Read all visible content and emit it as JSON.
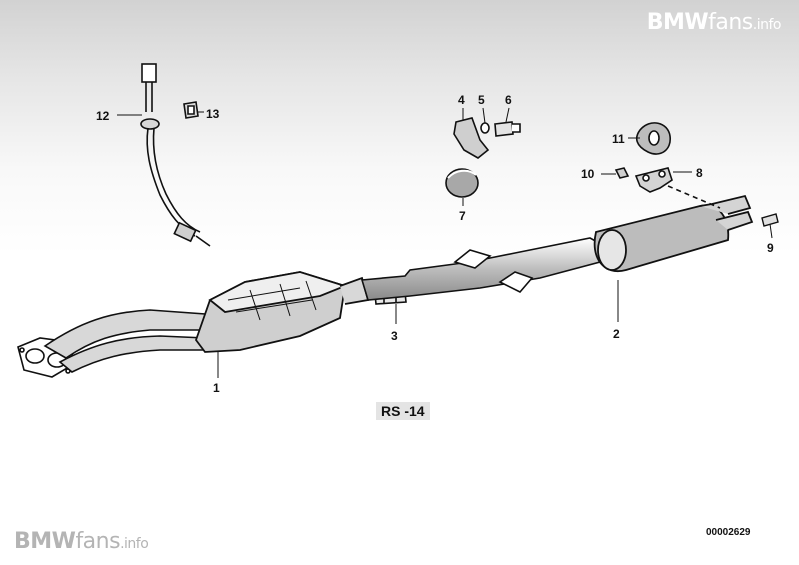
{
  "watermark": {
    "brand": "BMW",
    "name": "fans",
    "suffix": ".info"
  },
  "caption": "RS -14",
  "diagram_code": "00002629",
  "callouts": [
    {
      "number": "1",
      "part": "catalytic-converter"
    },
    {
      "number": "2",
      "part": "rear-muffler"
    },
    {
      "number": "3",
      "part": "pipe-clamp"
    },
    {
      "number": "4",
      "part": "bracket"
    },
    {
      "number": "5",
      "part": "washer"
    },
    {
      "number": "6",
      "part": "bolt"
    },
    {
      "number": "7",
      "part": "rubber-mount"
    },
    {
      "number": "8",
      "part": "hanger-bracket"
    },
    {
      "number": "9",
      "part": "screw"
    },
    {
      "number": "10",
      "part": "nut"
    },
    {
      "number": "11",
      "part": "rubber-ring"
    },
    {
      "number": "12",
      "part": "oxygen-sensor"
    },
    {
      "number": "13",
      "part": "clip"
    }
  ]
}
